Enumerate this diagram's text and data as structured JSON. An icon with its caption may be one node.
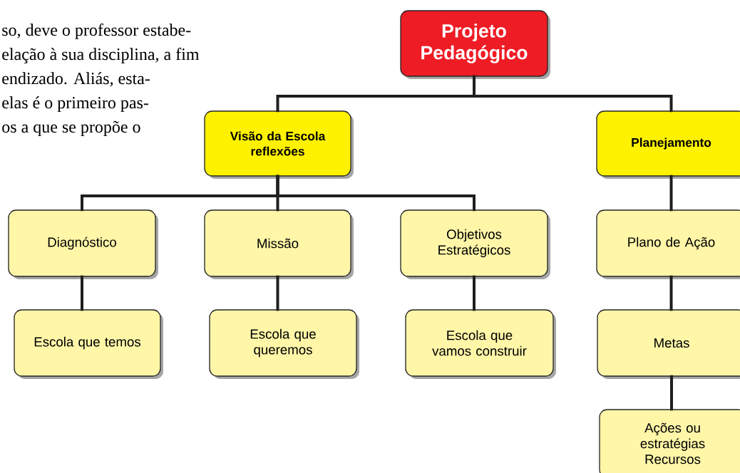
{
  "diagram": {
    "nodes": [
      {
        "text": [
          "Projeto Pedagógico"
        ]
      },
      {
        "text": [
          "Visão da Escola reflexões"
        ]
      },
      {
        "text": [
          "Planejamento"
        ]
      },
      {
        "text": [
          "Diagnóstico"
        ]
      },
      {
        "text": [
          "Missão"
        ]
      },
      {
        "text": [
          "Objetivos Estratégicos"
        ]
      },
      {
        "text": [
          "Plano de Ação"
        ]
      },
      {
        "text": [
          "Escola que temos"
        ]
      },
      {
        "text": [
          "Escola que queremos"
        ]
      },
      {
        "text": [
          "Escola que vamos construir"
        ]
      },
      {
        "text": [
          "Metas"
        ]
      },
      {
        "text": [
          "Ações ou estratégias Recursos"
        ]
      }
    ],
    "edges": [
      {
        "from": 0,
        "to": 1,
        "arrow": "none"
      },
      {
        "from": 0,
        "to": 2,
        "arrow": "none"
      },
      {
        "from": 1,
        "to": 3,
        "arrow": "none"
      },
      {
        "from": 1,
        "to": 4,
        "arrow": "none"
      },
      {
        "from": 1,
        "to": 5,
        "arrow": "none"
      },
      {
        "from": 3,
        "to": 7,
        "arrow": "none"
      },
      {
        "from": 4,
        "to": 8,
        "arrow": "none"
      },
      {
        "from": 5,
        "to": 9,
        "arrow": "none"
      },
      {
        "from": 2,
        "to": 6,
        "arrow": "none"
      },
      {
        "from": 6,
        "to": 10,
        "arrow": "none"
      },
      {
        "from": 10,
        "to": 11,
        "arrow": "none"
      }
    ],
    "labels": [
      "so, deve o professor estabe-",
      "elação à sua disciplina, a fim",
      "endizado. Aliás, esta-",
      "elas é o primeiro pas-",
      "os a que se propõe o"
    ]
  }
}
